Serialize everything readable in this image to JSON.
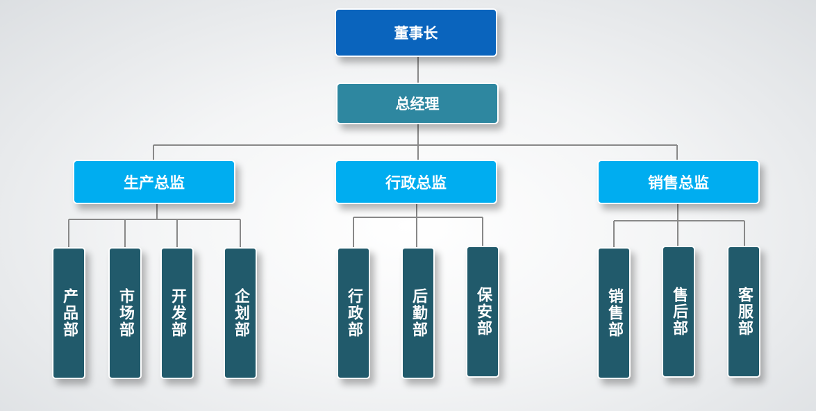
{
  "org": {
    "chairman": "董事长",
    "general_manager": "总经理",
    "directors": [
      {
        "title": "生产总监",
        "departments": [
          "产品部",
          "市场部",
          "开发部",
          "企划部"
        ]
      },
      {
        "title": "行政总监",
        "departments": [
          "行政部",
          "后勤部",
          "保安部"
        ]
      },
      {
        "title": "销售总监",
        "departments": [
          "销售部",
          "售后部",
          "客服部"
        ]
      }
    ]
  },
  "colors": {
    "chairman": "#0a64bd",
    "general_manager": "#2e87a0",
    "director": "#00adf0",
    "department": "#215a6b",
    "connector": "#888888"
  }
}
